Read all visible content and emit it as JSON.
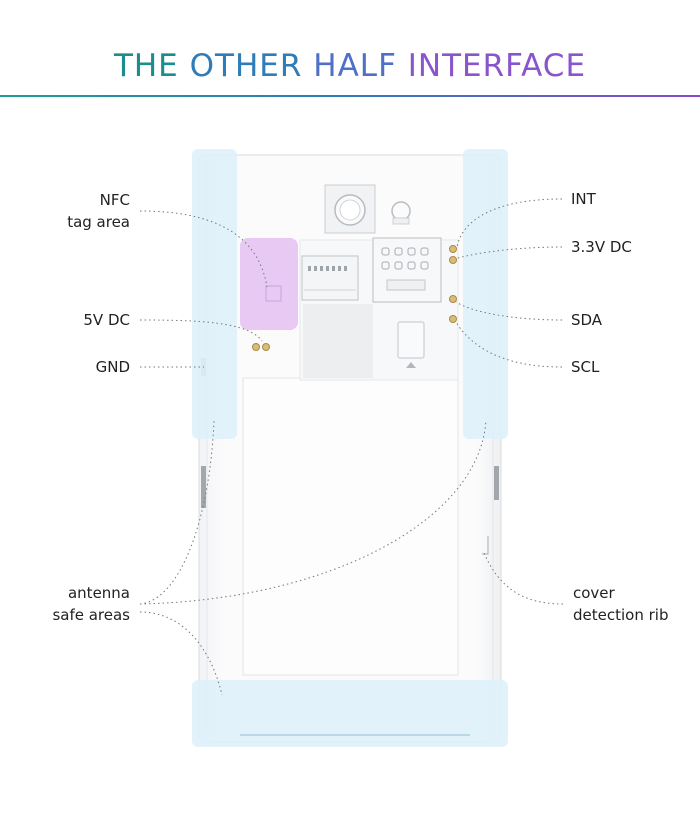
{
  "title": {
    "words": [
      "THE",
      "OTHER",
      "HALF",
      "INTERFACE"
    ]
  },
  "labels": {
    "nfc_line1": "NFC",
    "nfc_line2": "tag area",
    "five_v_dc": "5V DC",
    "gnd": "GND",
    "antenna_line1": "antenna",
    "antenna_line2": "safe areas",
    "int": "INT",
    "three_v_dc": "3.3V DC",
    "sda": "SDA",
    "scl": "SCL",
    "cover_line1": "cover",
    "cover_line2": "detection rib"
  },
  "colors": {
    "title_start": "#1d8c8e",
    "title_end": "#8a55cc",
    "antenna_area": "#dff1fb",
    "nfc_area": "#e6c6f2",
    "contact_gold": "#b59a57",
    "leader_line": "#777777"
  }
}
